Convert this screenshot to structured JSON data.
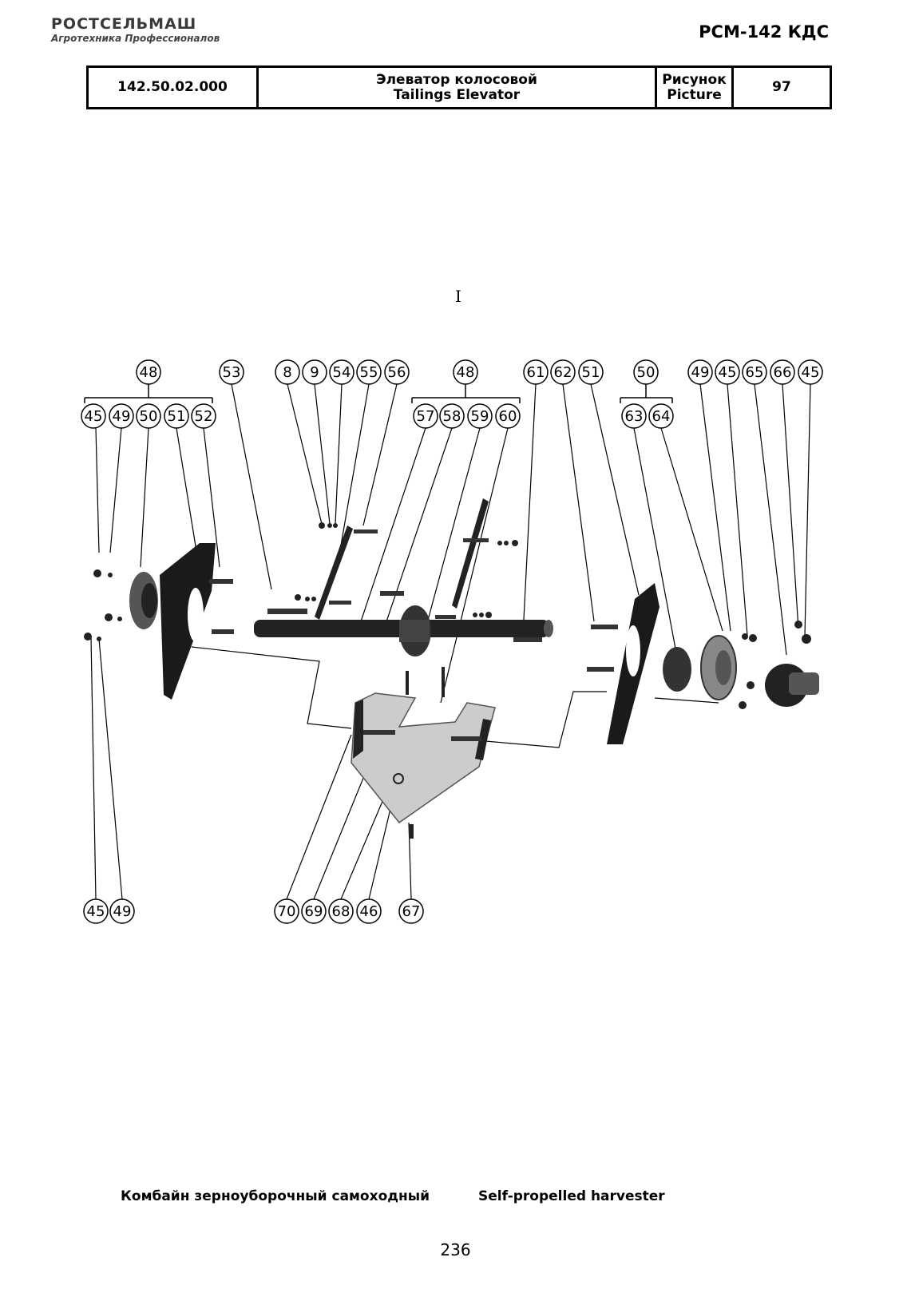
{
  "brand": {
    "name": "РОСТСЕЛЬМАШ",
    "tagline": "Агротехника Профессионалов"
  },
  "model": "РСМ-142 КДС",
  "header": {
    "part_number": "142.50.02.000",
    "title_ru": "Элеватор колосовой",
    "title_en": "Tailings Elevator",
    "picture_label_ru": "Рисунок",
    "picture_label_en": "Picture",
    "picture_number": "97"
  },
  "view_label": "I",
  "callouts": {
    "top_groups": [
      "48",
      "48",
      "50"
    ],
    "top_row": [
      "53",
      "8",
      "9",
      "54",
      "55",
      "56",
      "61",
      "62",
      "51",
      "49",
      "45",
      "65",
      "66",
      "45"
    ],
    "second_row": [
      "45",
      "49",
      "50",
      "51",
      "52",
      "57",
      "58",
      "59",
      "60",
      "63",
      "64"
    ],
    "bottom_row": [
      "45",
      "49",
      "70",
      "69",
      "68",
      "46",
      "67"
    ]
  },
  "footer": {
    "ru": "Комбайн зерноуборочный самоходный",
    "en": "Self-propelled harvester"
  },
  "page_number": "236"
}
